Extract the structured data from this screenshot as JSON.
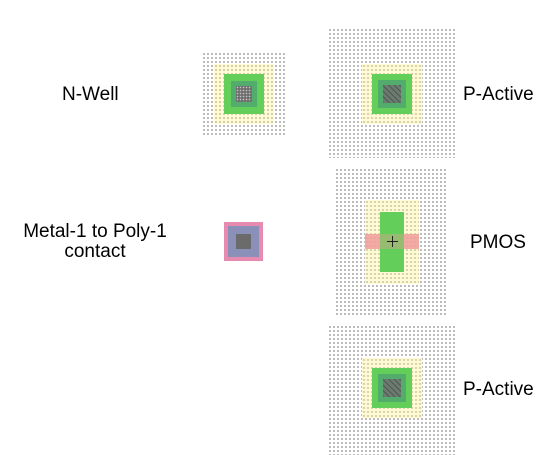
{
  "labels": {
    "nwell": "N-Well",
    "metal_poly_contact_line1": "Metal-1 to Poly-1",
    "metal_poly_contact_line2": "contact",
    "pactive_top": "P-Active",
    "pmos": "PMOS",
    "pactive_bottom": "P-Active"
  },
  "icons": {
    "nwell_cell": "nwell-layout-icon",
    "metal_poly_contact_cell": "metal1-poly1-contact-icon",
    "pactive_top_cell": "p-active-layout-icon",
    "pmos_cell": "pmos-layout-icon",
    "pactive_bottom_cell": "p-active-layout-icon"
  },
  "colors": {
    "nwell_dots": "#8a8a8a",
    "select_halo": "#fffbd6",
    "active": "#63cf5a",
    "poly": "#ee9b9b",
    "metal1": "#8b90b9",
    "metal1_border": "#e78ab0",
    "contact": "#6b6b6b"
  }
}
